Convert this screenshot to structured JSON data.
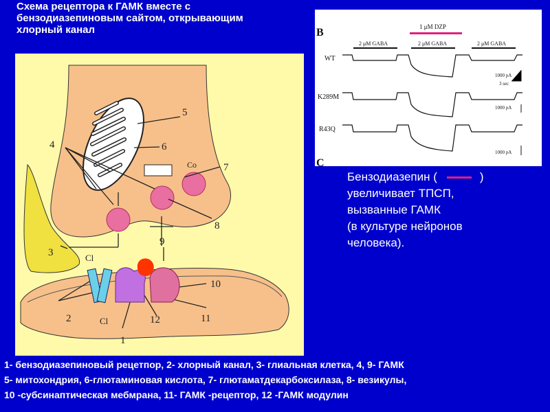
{
  "title": "Схема рецептора к ГАМК вместе с бензодиазепиновым сайтом, открывающим хлорный канал",
  "diagram": {
    "numbers": [
      "1",
      "2",
      "3",
      "4",
      "5",
      "6",
      "7",
      "8",
      "9",
      "10",
      "11",
      "12"
    ],
    "ions": [
      "Cl",
      "Cl"
    ],
    "co_label": "Co"
  },
  "graph": {
    "panel_b": "B",
    "panel_c": "C",
    "dzp_label": "1 μM DZP",
    "gaba_labels": [
      "2 μM GABA",
      "2 μM GABA",
      "2 μM GABA"
    ],
    "rows": [
      "WT",
      "K289M",
      "R43Q"
    ],
    "scale_labels": [
      "1000 pA",
      "3 sec",
      "1000 pA",
      "1000 pA"
    ]
  },
  "caption": {
    "line1_open": "Бензодиазепин (",
    "line1_close": ")",
    "line2": "увеличивает ТПСП,",
    "line3": "вызванные ГАМК",
    "line4": "(в культуре нейронов",
    "line5": "человека)."
  },
  "legend": {
    "line1": "1- бензодиазепиновый рецетпор, 2- хлорный канал, 3- глиальная клетка, 4, 9- ГАМК",
    "line2": "5- митохондрия, 6-глютаминовая кислота, 7- глютаматдекарбоксилаза,  8- везикулы,",
    "line3": "10 -субсинаптическая мебмрана, 11- ГАМК -рецептор, 12 -ГАМК модулин"
  },
  "colors": {
    "background": "#0000cc",
    "panel": "#fffaaa",
    "terminal": "#f7c08a",
    "glia": "#f0e040",
    "vesicle": "#e86fa0",
    "channel": "#6ad0e8",
    "dzp_bar": "#e0207a"
  }
}
